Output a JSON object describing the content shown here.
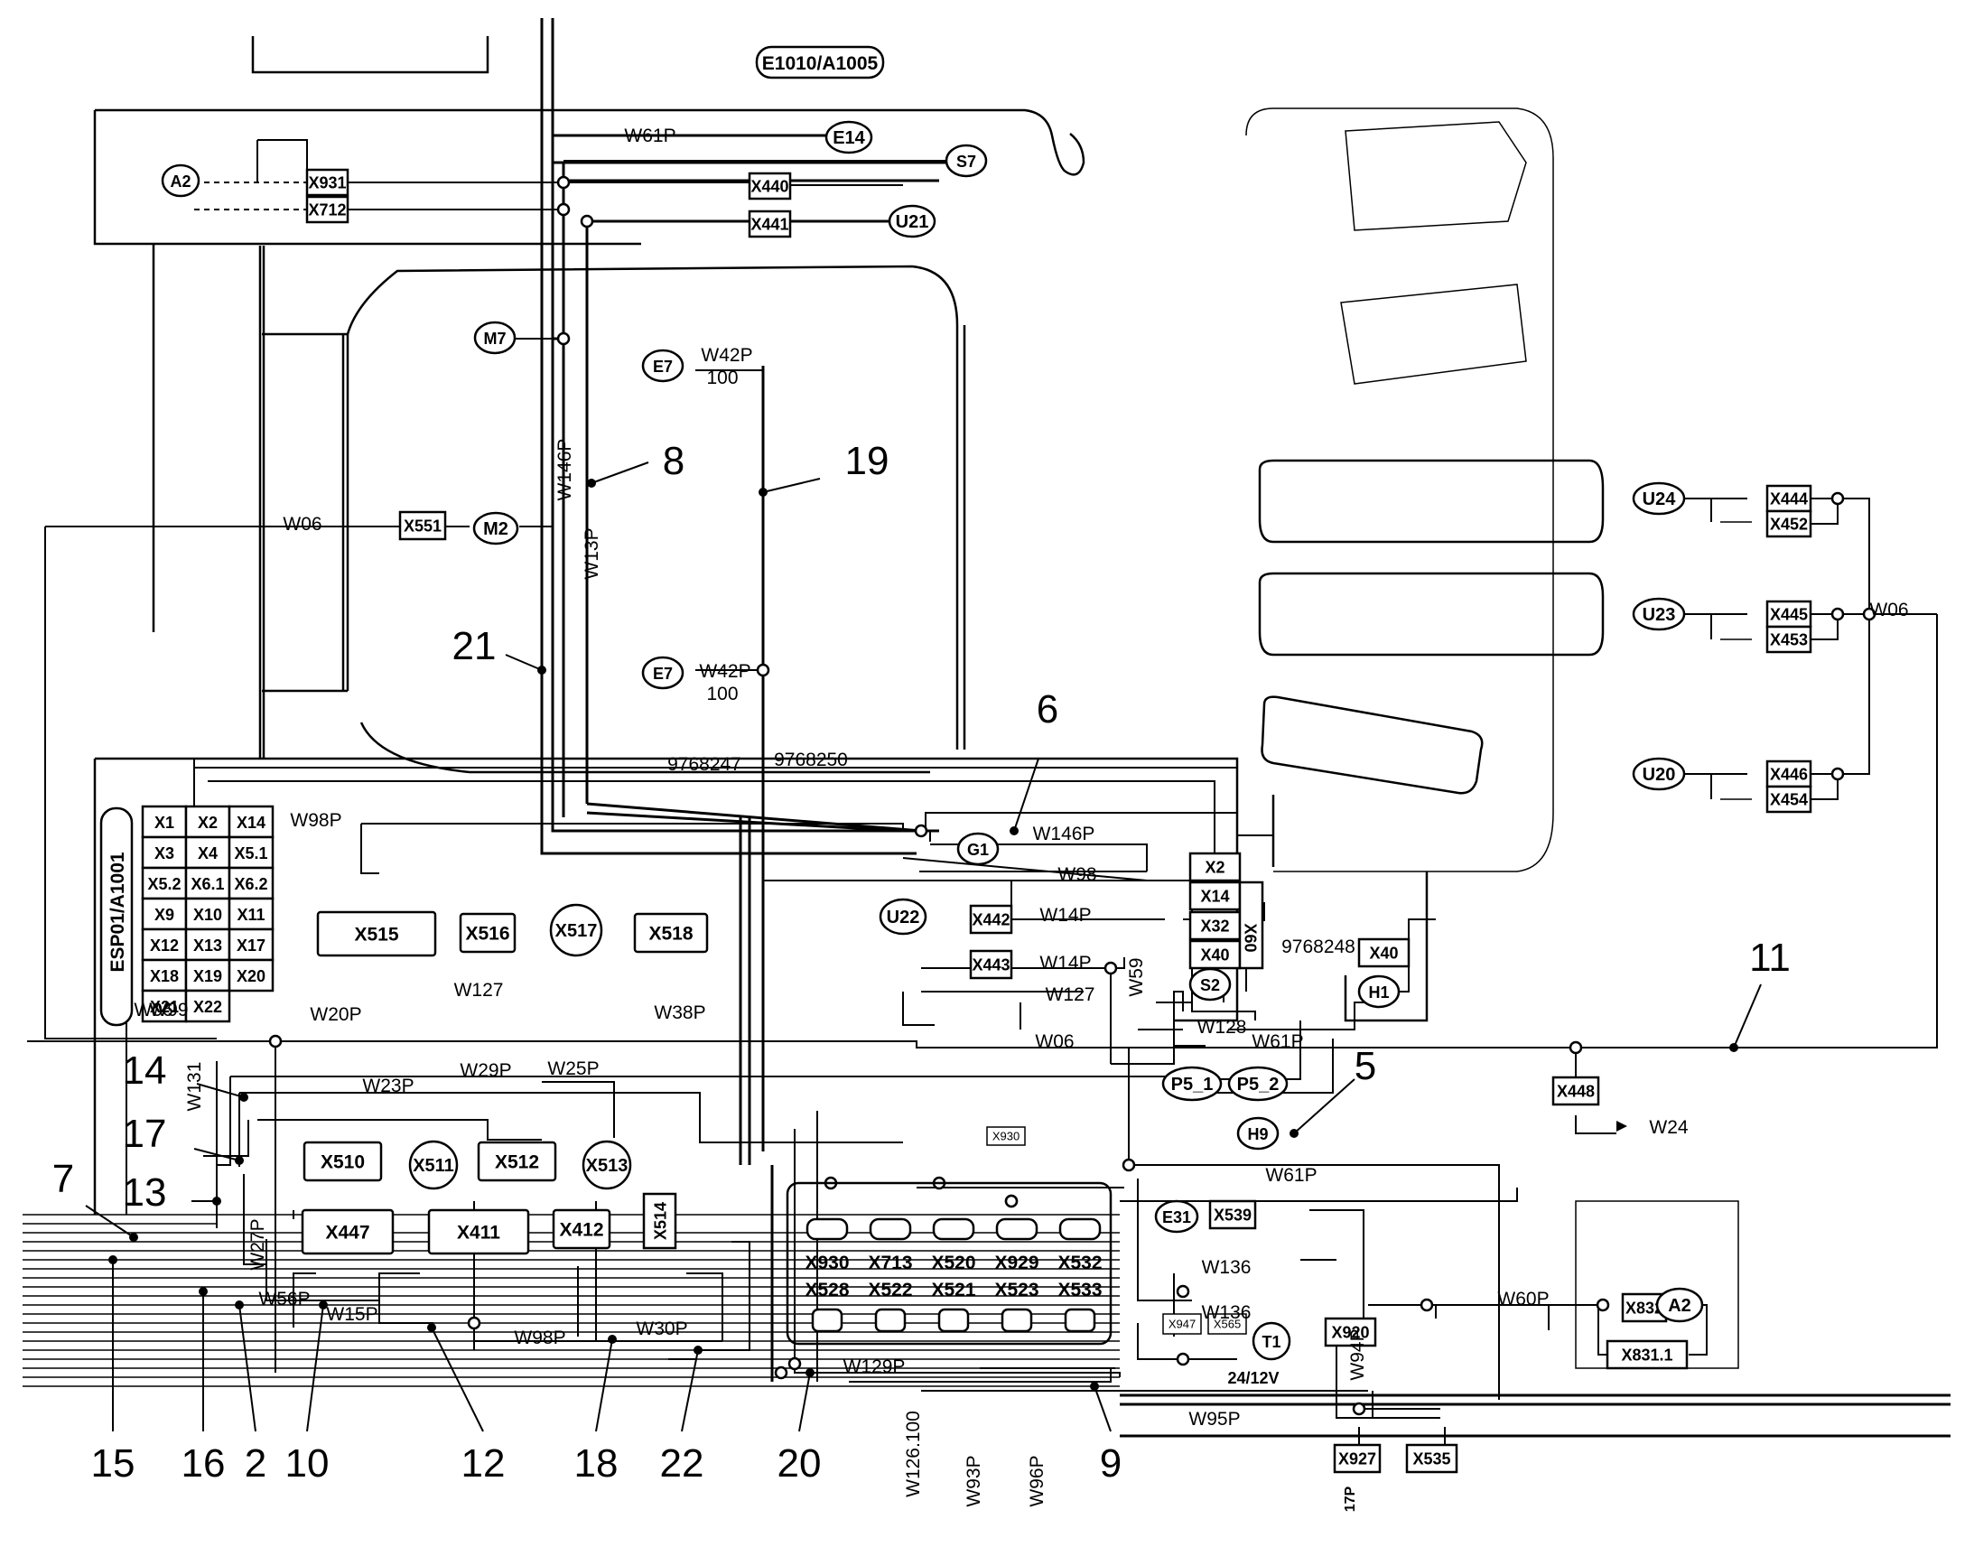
{
  "header": {
    "assembly": "E1010/A1005"
  },
  "callouts": [
    "2",
    "5",
    "6",
    "7",
    "8",
    "9",
    "10",
    "11",
    "12",
    "13",
    "14",
    "15",
    "16",
    "17",
    "18",
    "19",
    "20",
    "21",
    "22"
  ],
  "components": {
    "ecu": "ESP01/A1001",
    "ecu_pins": [
      "X1",
      "X2",
      "X14",
      "X3",
      "X4",
      "X5.1",
      "X5.2",
      "X6.1",
      "X6.2",
      "X9",
      "X10",
      "X11",
      "X12",
      "X13",
      "X17",
      "X18",
      "X19",
      "X20",
      "X21",
      "X22"
    ],
    "nodes": [
      "A2",
      "E14",
      "S7",
      "U21",
      "M7",
      "E7",
      "E7",
      "M2",
      "G1",
      "U22",
      "S2",
      "H1",
      "P5_1",
      "P5_2",
      "H9",
      "E31",
      "T1",
      "A2",
      "U24",
      "U23",
      "U20",
      "X511",
      "X513",
      "X517"
    ],
    "connectors": [
      "X931",
      "X712",
      "X440",
      "X441",
      "X551",
      "X515",
      "X516",
      "X518",
      "X510",
      "X512",
      "X447",
      "X411",
      "X412",
      "X514",
      "X442",
      "X443",
      "X2",
      "X14",
      "X32",
      "X40",
      "X60",
      "X40",
      "X448",
      "X930",
      "X539",
      "X920",
      "X832",
      "X831.1",
      "X927",
      "X535",
      "X444",
      "X452",
      "X445",
      "X453",
      "X446",
      "X454",
      "X947",
      "X565"
    ],
    "connector_grid": [
      "X930",
      "X528",
      "X713",
      "X522",
      "X520",
      "X521",
      "X929",
      "X523",
      "X532",
      "X533"
    ]
  },
  "wires": {
    "labels": [
      "W61P",
      "W61P",
      "W61P",
      "W146P",
      "W146P",
      "W13P",
      "W42P",
      "100",
      "W42P",
      "100",
      "W06",
      "W06",
      "W06",
      "W06",
      "9768247",
      "9768250",
      "9768248",
      "W98P",
      "W98P",
      "W98",
      "W14P",
      "W14P",
      "W59",
      "W127",
      "W127",
      "W128",
      "W99",
      "W20P",
      "W38P",
      "W131",
      "W23P",
      "W29P",
      "W25P",
      "W27P",
      "W56P",
      "W15P",
      "W30P",
      "W129P",
      "W136",
      "W136",
      "W60P",
      "W95P",
      "W94P",
      "W24",
      "W126.100",
      "W93P",
      "W96P"
    ],
    "note_t1": "24/12V",
    "cut_label": "17P"
  }
}
